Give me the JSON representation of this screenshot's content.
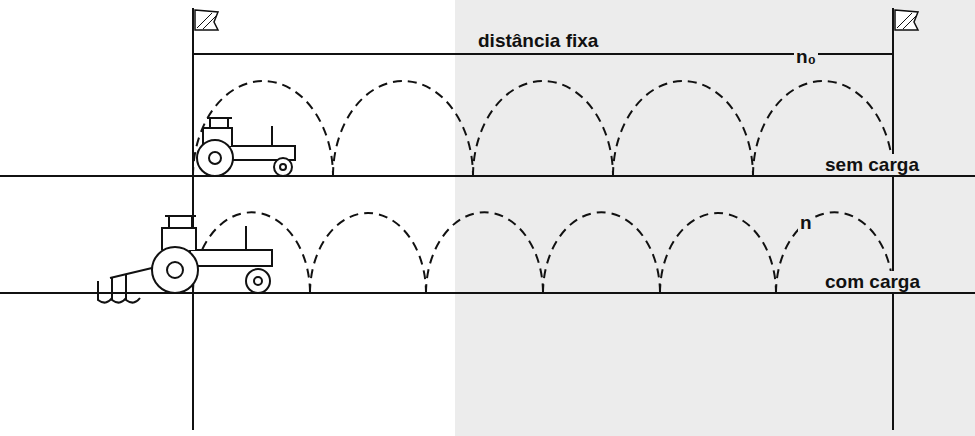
{
  "diagram": {
    "labels": [
      "distância fixa",
      "n₀",
      "sem carga",
      "n",
      "com carga"
    ]
  }
}
